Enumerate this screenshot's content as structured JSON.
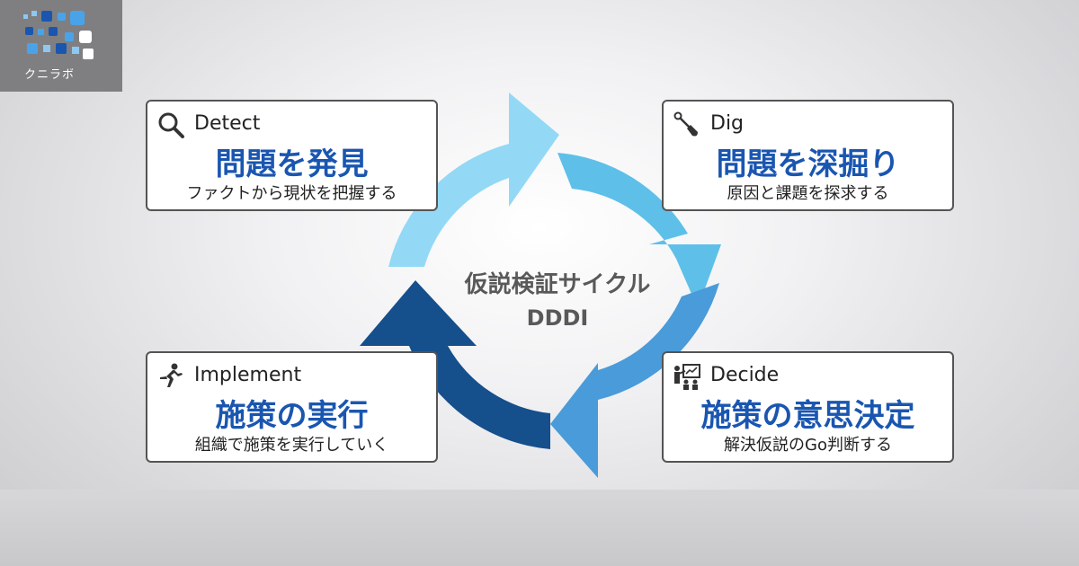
{
  "brand": {
    "logo_text": "クニラボ"
  },
  "center": {
    "title": "仮説検証サイクル",
    "subtitle": "DDDI"
  },
  "colors": {
    "title_blue": "#1a56b0",
    "arrow_detect": "#93d9f5",
    "arrow_dig": "#5ec0e8",
    "arrow_decide": "#4a9bd9",
    "arrow_implement": "#154f8c"
  },
  "steps": [
    {
      "label": "Detect",
      "title": "問題を発見",
      "description": "ファクトから現状を把握する",
      "icon": "magnifier-icon"
    },
    {
      "label": "Dig",
      "title": "問題を深掘り",
      "description": "原因と課題を探求する",
      "icon": "shovel-icon"
    },
    {
      "label": "Decide",
      "title": "施策の意思決定",
      "description": "解決仮説のGo判断する",
      "icon": "presentation-icon"
    },
    {
      "label": "Implement",
      "title": "施策の実行",
      "description": "組織で施策を実行していく",
      "icon": "runner-icon"
    }
  ]
}
